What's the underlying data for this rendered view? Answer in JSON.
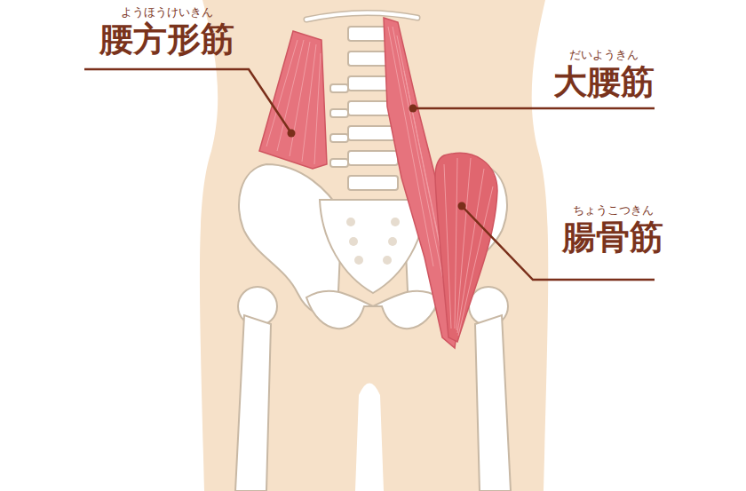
{
  "diagram": {
    "labels": [
      "ようほうけいきん",
      "腰方形筋",
      "だいようきん",
      "大腰筋",
      "ちょうこつきん",
      "腸骨筋"
    ]
  }
}
